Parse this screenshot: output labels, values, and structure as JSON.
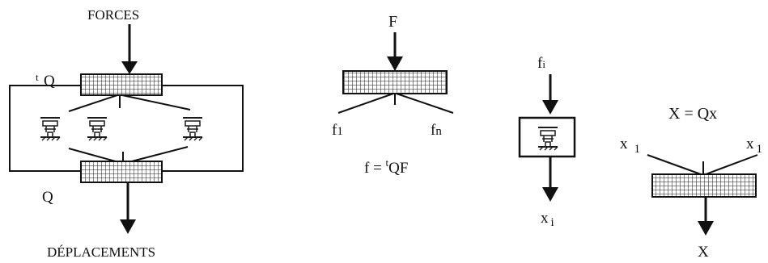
{
  "left_block": {
    "forces": "FORCES",
    "transpose_q_sup": "t",
    "transpose_q": "Q",
    "q": "Q",
    "displacements": "DÉPLACEMENTS"
  },
  "middle_block": {
    "input_f": "F",
    "f_first": "f",
    "f_first_sub": "1",
    "f_last": "f",
    "f_last_sub": "n",
    "equation_lhs": "f = ",
    "equation_sup": "t",
    "equation_rhs": "QF"
  },
  "element_block": {
    "input": "f",
    "input_sub": "i",
    "output": "x",
    "output_sub": "i"
  },
  "right_block": {
    "equation": "X = Qx",
    "x_first": "x",
    "x_first_sub": "1",
    "x_last": "x",
    "x_last_sub": "1",
    "output": "X"
  },
  "colors": {
    "ink": "#111111",
    "grid_fill": "#ffffff"
  }
}
